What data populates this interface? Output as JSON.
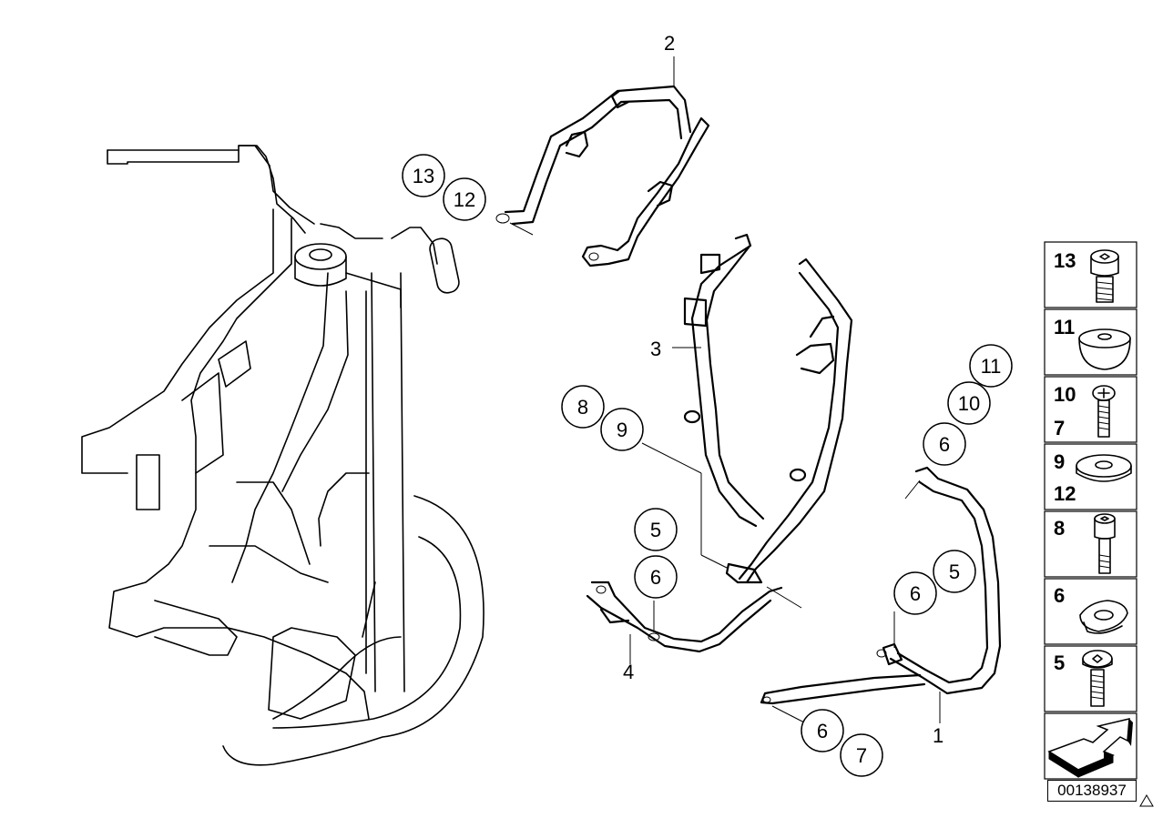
{
  "callouts": {
    "c2": "2",
    "c13": "13",
    "c12": "12",
    "c3": "3",
    "c8": "8",
    "c9": "9",
    "c5a": "5",
    "c6a": "6",
    "c4": "4",
    "c11": "11",
    "c10": "10",
    "c6b": "6",
    "c5b": "5",
    "c6c": "6",
    "c6d": "6",
    "c7": "7",
    "c1": "1"
  },
  "legend": {
    "rows": [
      {
        "labels": [
          "13"
        ],
        "icon": "cap-screw-icon"
      },
      {
        "labels": [
          "11"
        ],
        "icon": "rubber-mount-icon"
      },
      {
        "labels": [
          "10",
          "7"
        ],
        "icon": "phillips-screw-icon"
      },
      {
        "labels": [
          "9",
          "12"
        ],
        "icon": "washer-icon"
      },
      {
        "labels": [
          "8"
        ],
        "icon": "long-cap-screw-icon"
      },
      {
        "labels": [
          "6"
        ],
        "icon": "spring-clip-icon"
      },
      {
        "labels": [
          "5"
        ],
        "icon": "torx-screw-icon"
      },
      {
        "labels": [],
        "icon": "front-direction-arrow-icon"
      }
    ]
  },
  "diagram_id": "00138937"
}
